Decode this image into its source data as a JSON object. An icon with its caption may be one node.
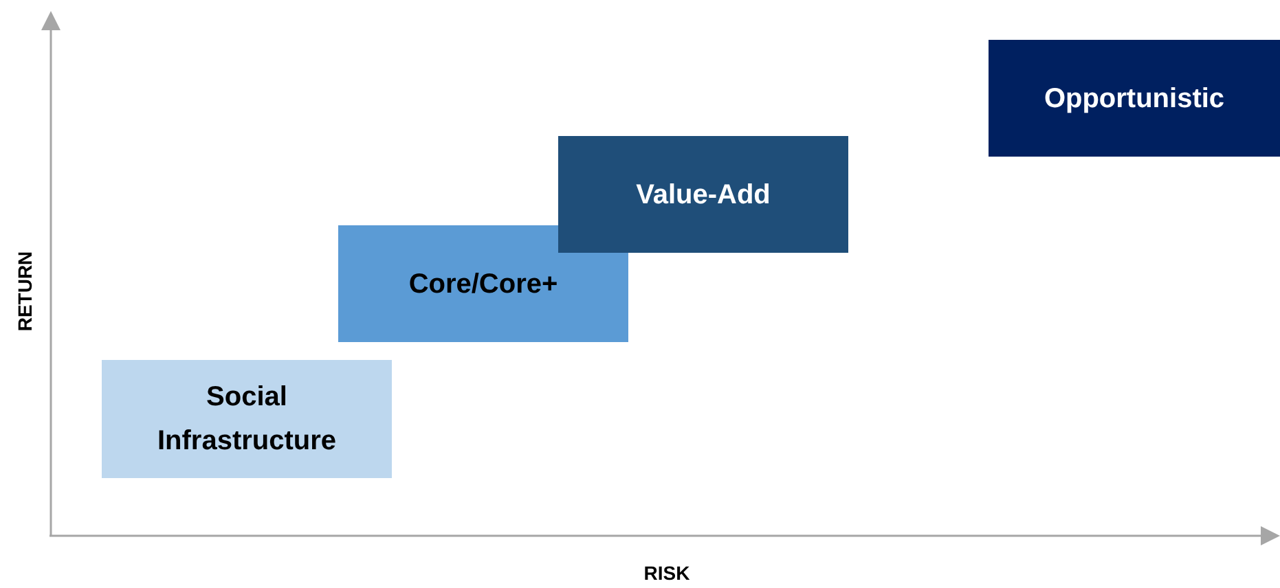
{
  "diagram": {
    "nodes": [
      {
        "text": [
          "Social Infrastructure"
        ]
      },
      {
        "text": [
          "Core/Core+"
        ]
      },
      {
        "text": [
          "Value-Add"
        ]
      },
      {
        "text": [
          "Opportunistic"
        ]
      }
    ],
    "edges": [],
    "labels": [
      "RETURN",
      "RISK"
    ]
  }
}
